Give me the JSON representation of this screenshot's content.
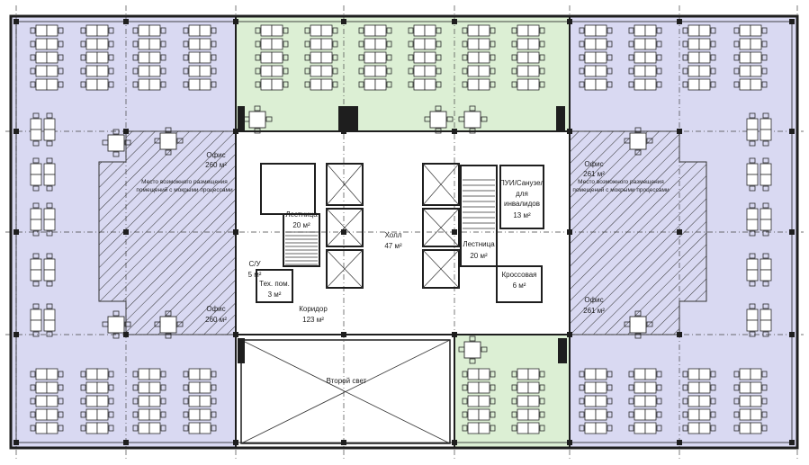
{
  "colors": {
    "office_fill": "#d9d9f2",
    "green_fill": "#dcefd4",
    "hatch_stroke": "#333333",
    "wall": "#1e1e1e",
    "line": "#2a2a2a"
  },
  "rooms": {
    "office_left_top": {
      "name": "Офис",
      "area": "260 м²"
    },
    "office_right_top": {
      "name": "Офис",
      "area": "261 м²"
    },
    "office_left_bottom": {
      "name": "Офис",
      "area": "260 м²"
    },
    "office_right_bottom": {
      "name": "Офис",
      "area": "261 м²"
    },
    "wet_zone_left": {
      "line1": "Место возможного размещения",
      "line2": "помещений с мокрыми процессами"
    },
    "wet_zone_right": {
      "line1": "Место возможного размещения",
      "line2": "помещений с мокрыми процессами"
    },
    "stair_left": {
      "name": "Лестница",
      "area": "20 м²"
    },
    "stair_right": {
      "name": "Лестница",
      "area": "20 м²"
    },
    "hall": {
      "name": "Холл",
      "area": "47 м²"
    },
    "wc_disabled": {
      "line1": "ПУИ/Санузел",
      "line2": "для",
      "line3": "инвалидов",
      "area": "13 м²"
    },
    "utility": {
      "name": "Тех. пом.",
      "area": "3 м²"
    },
    "su": {
      "name": "С/У",
      "area": "5 м²"
    },
    "corridor": {
      "name": "Коридор",
      "area": "123 м²"
    },
    "crossover": {
      "name": "Кроссовая",
      "area": "6 м²"
    },
    "atrium": {
      "name": "Второй свет"
    }
  }
}
